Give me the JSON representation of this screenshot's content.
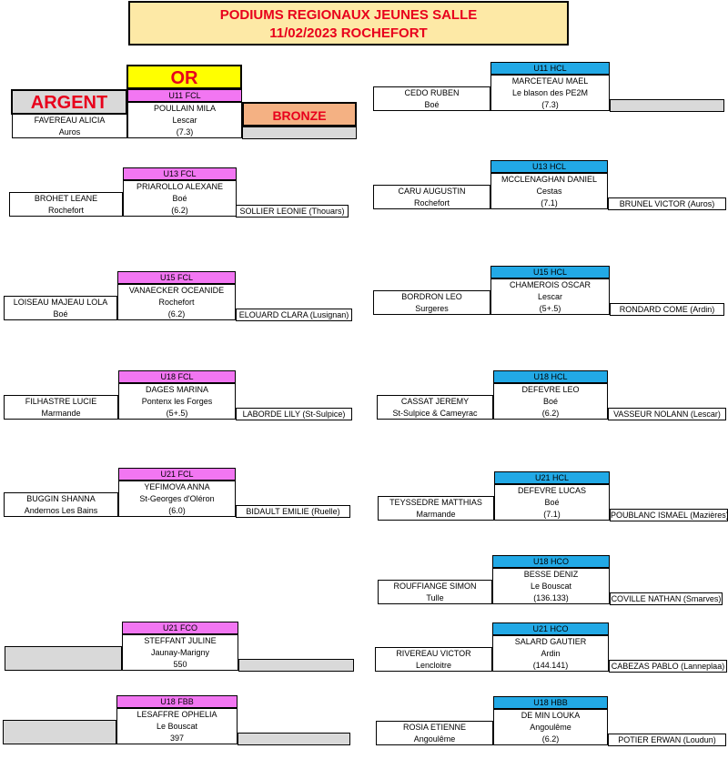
{
  "title": {
    "line1": "PODIUMS REGIONAUX JEUNES SALLE",
    "line2": "11/02/2023 ROCHEFORT"
  },
  "legend": {
    "or": "OR",
    "argent": "ARGENT",
    "bronze": "BRONZE"
  },
  "colors": {
    "title_bg": "#fde9a6",
    "title_text": "#e8001c",
    "or_bg": "#ffff00",
    "bronze_bg": "#f4b183",
    "female_header": "#f276f2",
    "male_header": "#22a9e6",
    "empty": "#d9d9d9"
  },
  "left": [
    {
      "cat": "U11 FCL",
      "first": [
        "POULLAIN MILA",
        "Lescar",
        "(7.3)"
      ],
      "second": [
        "FAVEREAU ALICIA",
        "Auros"
      ],
      "third": ""
    },
    {
      "cat": "U13 FCL",
      "first": [
        "PRIAROLLO ALEXANE",
        "Boé",
        "(6.2)"
      ],
      "second": [
        "BROHET LEANE",
        "Rochefort"
      ],
      "third": "SOLLIER LEONIE (Thouars)"
    },
    {
      "cat": "U15 FCL",
      "first": [
        "VANAECKER OCEANIDE",
        "Rochefort",
        "(6.2)"
      ],
      "second": [
        "LOISEAU MAJEAU LOLA",
        "Boé"
      ],
      "third": "ELOUARD CLARA (Lusignan)"
    },
    {
      "cat": "U18 FCL",
      "first": [
        "DAGES MARINA",
        "Pontenx les Forges",
        "(5+.5)"
      ],
      "second": [
        "FILHASTRE LUCIE",
        "Marmande"
      ],
      "third": "LABORDE LILY (St-Sulpice)"
    },
    {
      "cat": "U21 FCL",
      "first": [
        "YEFIMOVA ANNA",
        "St-Georges d'Oléron",
        "(6.0)"
      ],
      "second": [
        "BUGGIN SHANNA",
        "Andernos Les Bains"
      ],
      "third": "BIDAULT EMILIE (Ruelle)"
    },
    {
      "cat": "U21 FCO",
      "first": [
        "STEFFANT JULINE",
        "Jaunay-Marigny",
        "550"
      ],
      "second": [
        "",
        ""
      ],
      "third": ""
    },
    {
      "cat": "U18 FBB",
      "first": [
        "LESAFFRE OPHELIA",
        "Le Bouscat",
        "397"
      ],
      "second": [
        "",
        ""
      ],
      "third": ""
    }
  ],
  "right": [
    {
      "cat": "U11 HCL",
      "first": [
        "MARCETEAU MAEL",
        "Le blason des PE2M",
        "(7.3)"
      ],
      "second": [
        "CEDO RUBEN",
        "Boé"
      ],
      "third": ""
    },
    {
      "cat": "U13 HCL",
      "first": [
        "MCCLENAGHAN DANIEL",
        "Cestas",
        "(7.1)"
      ],
      "second": [
        "CARU AUGUSTIN",
        "Rochefort"
      ],
      "third": "BRUNEL VICTOR (Auros)"
    },
    {
      "cat": "U15 HCL",
      "first": [
        "CHAMEROIS OSCAR",
        "Lescar",
        "(5+.5)"
      ],
      "second": [
        "BORDRON LEO",
        "Surgeres"
      ],
      "third": "RONDARD COME (Ardin)"
    },
    {
      "cat": "U18 HCL",
      "first": [
        "DEFEVRE LEO",
        "Boé",
        "(6.2)"
      ],
      "second": [
        "CASSAT JEREMY",
        "St-Sulpice & Cameyrac"
      ],
      "third": "VASSEUR NOLANN (Lescar)"
    },
    {
      "cat": "U21 HCL",
      "first": [
        "DEFEVRE LUCAS",
        "Boé",
        "(7.1)"
      ],
      "second": [
        "TEYSSEDRE MATTHIAS",
        "Marmande"
      ],
      "third": "POUBLANC ISMAEL (Mazières)"
    },
    {
      "cat": "U18 HCO",
      "first": [
        "BESSE DENIZ",
        "Le Bouscat",
        "(136.133)"
      ],
      "second": [
        "ROUFFIANGE SIMON",
        "Tulle"
      ],
      "third": "COVILLE NATHAN (Smarves)"
    },
    {
      "cat": "U21 HCO",
      "first": [
        "SALARD GAUTIER",
        "Ardin",
        "(144.141)"
      ],
      "second": [
        "RIVEREAU VICTOR",
        "Lencloitre"
      ],
      "third": "CABEZAS PABLO (Lanneplaa)"
    },
    {
      "cat": "U18 HBB",
      "first": [
        "DE MIN LOUKA",
        "Angoulême",
        "(6.2)"
      ],
      "second": [
        "ROSIA ETIENNE",
        "Angoulême"
      ],
      "third": "POTIER ERWAN (Loudun)"
    }
  ]
}
